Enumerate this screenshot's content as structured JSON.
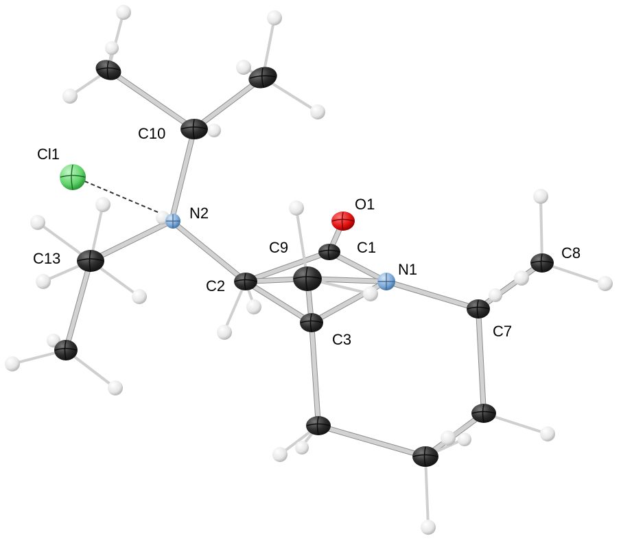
{
  "figure": {
    "labels": {
      "Cl1": "Cl1",
      "N2": "N2",
      "C10": "C10",
      "C13": "C13",
      "C2": "C2",
      "C9": "C9",
      "O1": "O1",
      "C1": "C1",
      "N1": "N1",
      "C3": "C3",
      "C7": "C7",
      "C8": "C8"
    },
    "colors": {
      "carbon": "#2b2b2b",
      "hydrogen": "#e8e8e8",
      "nitrogen": "#7aa7d6",
      "oxygen": "#e01010",
      "chlorine": "#5fd36a",
      "bond": "#d2d2d2"
    }
  }
}
